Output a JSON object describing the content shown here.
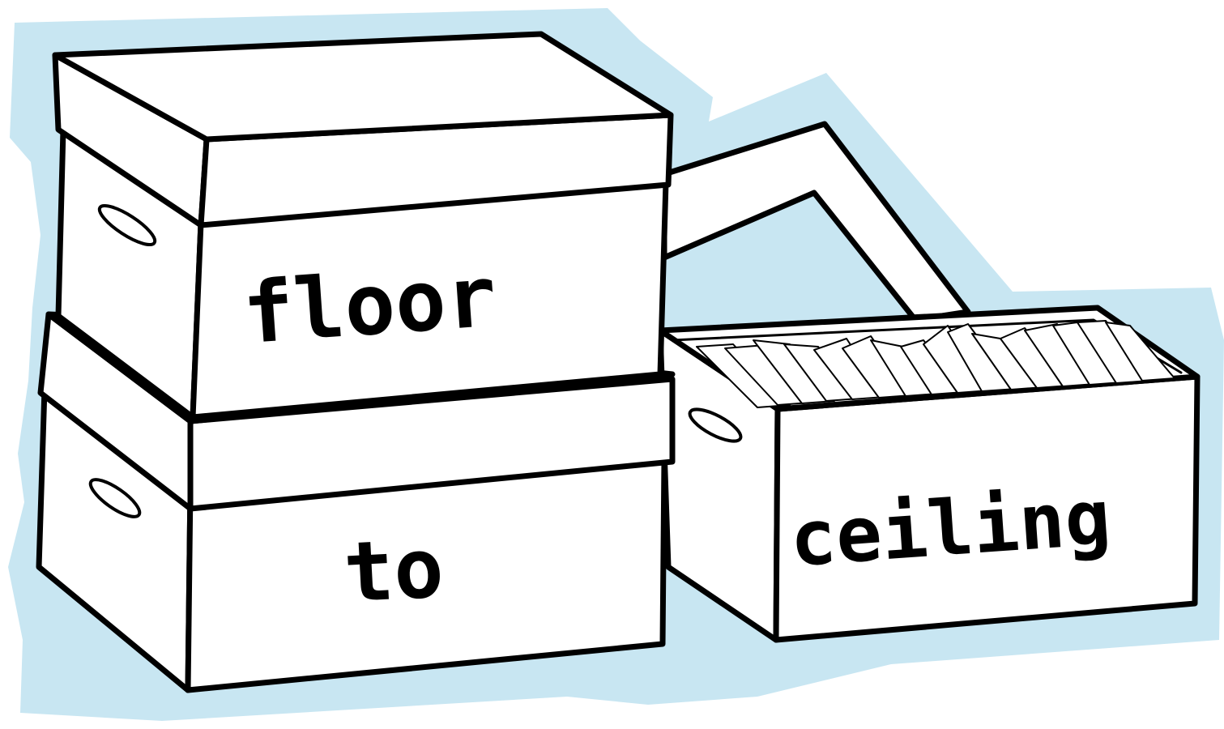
{
  "logo": {
    "word_top": "floor",
    "word_middle": "to",
    "word_right": "ceiling"
  },
  "colors": {
    "backdrop": "#c8e6f2",
    "ink": "#000000",
    "paper": "#ffffff"
  }
}
